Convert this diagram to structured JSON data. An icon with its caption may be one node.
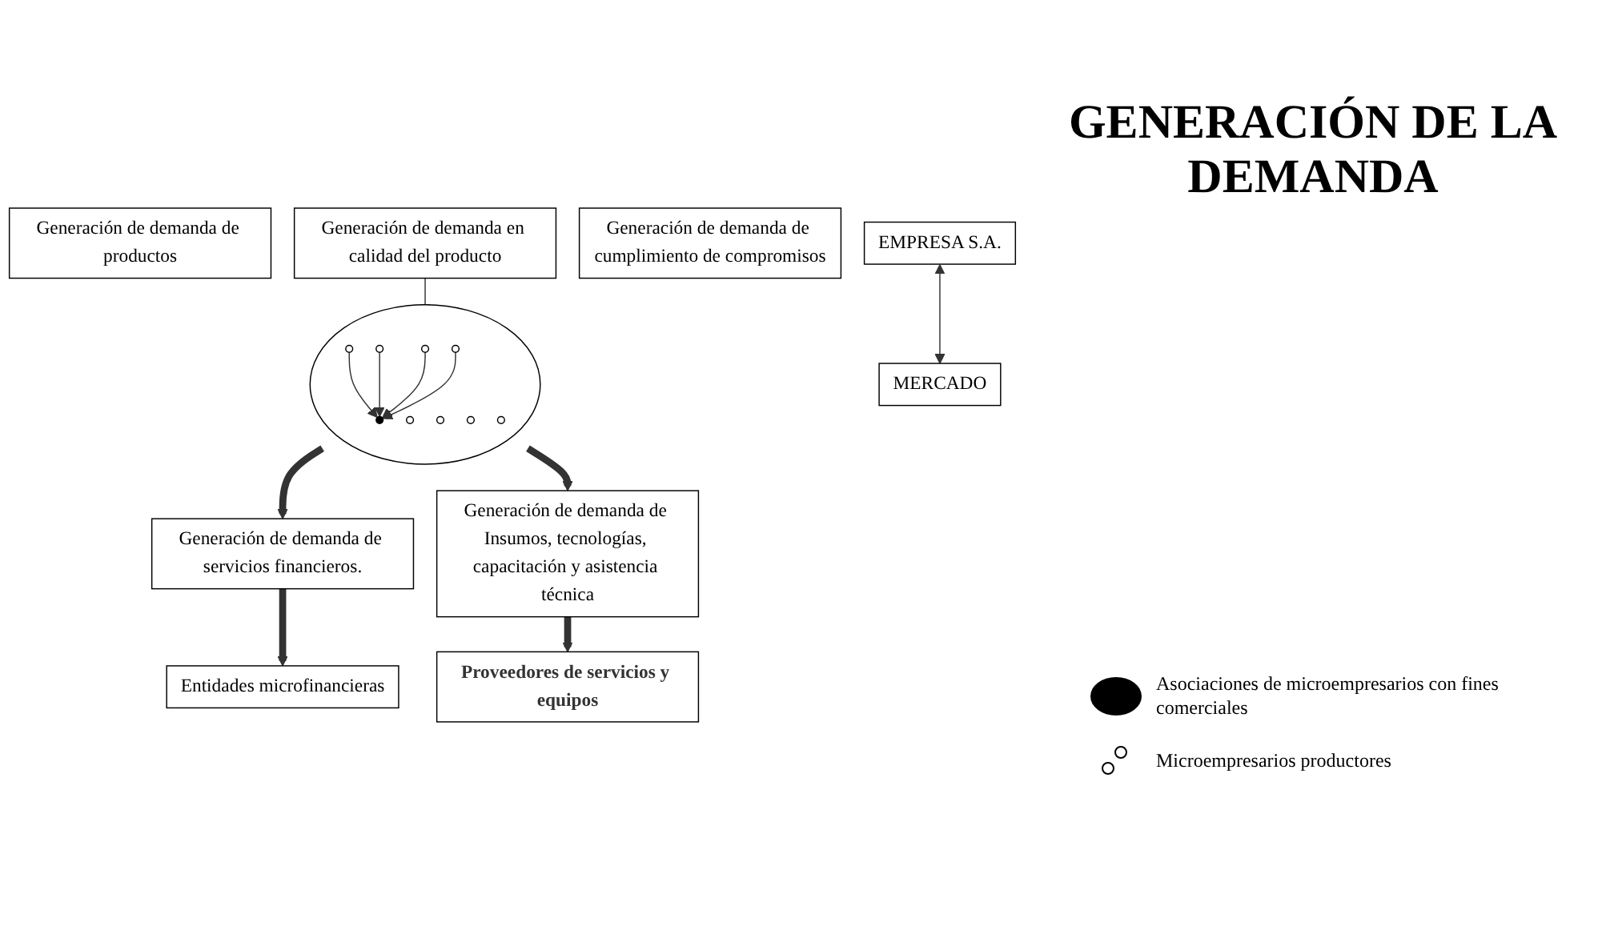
{
  "diagram": {
    "title": "GENERACIÓN DE LA DEMANDA",
    "nodes": [
      {
        "text": [
          "Entidades microfinancieras"
        ]
      },
      {
        "text": [
          "Generación de demanda de servicios financieros."
        ]
      },
      {
        "text": [],
        "shape": "circle"
      },
      {
        "text": [],
        "shape": "circle",
        "in": 2
      },
      {
        "text": [],
        "shape": "circle",
        "in": 2
      },
      {
        "text": [],
        "shape": "circle",
        "in": 2
      },
      {
        "text": [],
        "shape": "circle",
        "in": 2
      },
      {
        "text": [],
        "shape": "circle",
        "in": 2
      },
      {
        "text": [],
        "shape": "circle",
        "in": 2
      },
      {
        "text": [],
        "shape": "circle",
        "in": 2
      },
      {
        "text": [],
        "shape": "circle",
        "in": 2
      },
      {
        "text": [],
        "shape": "circle",
        "in": 2
      },
      {
        "text": [
          "Generación de demanda de Insumos, tecnologías, capacitación y asistencia técnica"
        ]
      },
      {
        "text": [
          "Proveedores de servicios y equipos"
        ]
      },
      {
        "text": [
          "Generación de demanda de productos"
        ]
      },
      {
        "text": [
          "Generación de demanda en calidad del producto"
        ]
      },
      {
        "text": [
          "Generación de demanda de cumplimiento de compromisos"
        ]
      },
      {
        "text": [
          "EMPRESA S.A."
        ]
      },
      {
        "text": [
          "MERCADO"
        ]
      }
    ],
    "edges": [
      {
        "from": 1,
        "to": 0,
        "arrow": "to",
        "style": "thick"
      },
      {
        "from": 2,
        "to": 1,
        "arrow": "to",
        "style": "thick"
      },
      {
        "from": 3,
        "to": 11,
        "arrow": "to"
      },
      {
        "from": 4,
        "to": 11,
        "arrow": "to"
      },
      {
        "from": 5,
        "to": 11,
        "arrow": "to"
      },
      {
        "from": 6,
        "to": 11,
        "arrow": "to"
      },
      {
        "from": 15,
        "to": 2,
        "arrow": "to"
      },
      {
        "from": 2,
        "to": 12,
        "arrow": "to",
        "style": "thick"
      },
      {
        "from": 12,
        "to": 13,
        "arrow": "to",
        "style": "thick"
      },
      {
        "from": 17,
        "to": 18,
        "arrow": "both"
      }
    ],
    "legend": [
      {
        "text": "Asociaciones de microempresarios con fines comerciales"
      },
      {
        "text": "Microempresarios productores"
      }
    ]
  }
}
